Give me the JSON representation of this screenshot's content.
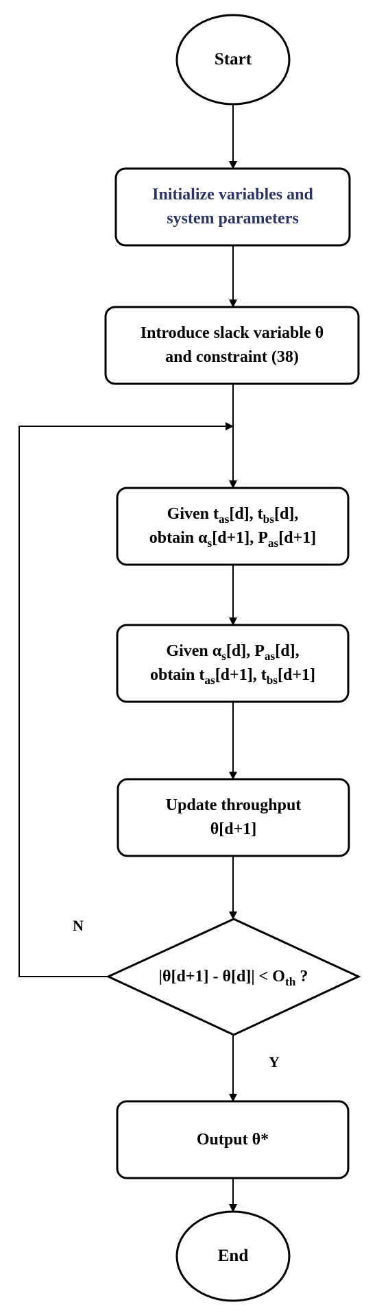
{
  "nodes": {
    "start": {
      "text": "Start"
    },
    "init": {
      "line1": "Initialize variables and",
      "line2": "system parameters"
    },
    "slack": {
      "line1": "Introduce slack variable θ",
      "line2": "and constraint (38)"
    },
    "step_a": {
      "l1_given": "Given t",
      "l1_sub1": "as",
      "l1_mid": "[d], t",
      "l1_sub2": "bs",
      "l1_end": "[d],",
      "l2_obtain": "obtain α",
      "l2_sub1": "s",
      "l2_mid": "[d+1],  P",
      "l2_sub2": "as",
      "l2_end": "[d+1]"
    },
    "step_b": {
      "l1_given": "Given α",
      "l1_sub1": "s",
      "l1_mid": "[d],  P",
      "l1_sub2": "as",
      "l1_end": "[d],",
      "l2_obtain": "obtain t",
      "l2_sub1": "as",
      "l2_mid": "[d+1], t",
      "l2_sub2": "bs",
      "l2_end": "[d+1]"
    },
    "update": {
      "line1": "Update throughput",
      "line2": "θ[d+1]"
    },
    "decision": {
      "main": "|θ[d+1] - θ[d]| < O",
      "sub": "th",
      "end": " ?"
    },
    "output": {
      "text": "Output θ*"
    },
    "end": {
      "text": "End"
    }
  },
  "branches": {
    "no": "N",
    "yes": "Y"
  },
  "colors": {
    "stroke": "#000000",
    "init_text": "#2b3563"
  }
}
